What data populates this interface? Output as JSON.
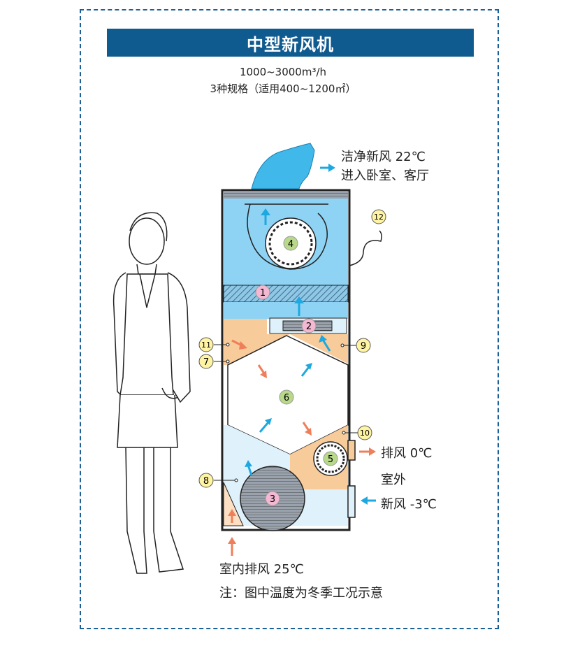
{
  "title": "中型新风机",
  "spec": {
    "airflow": "1000~3000m³/h",
    "models": "3种规格（适用400~1200㎡）"
  },
  "labels": {
    "supply_line1": "洁净新风 22℃",
    "supply_line2": "进入卧室、客厅",
    "exhaust": "排风 0℃",
    "outdoor": "室外",
    "fresh_air": "新风 -3℃",
    "indoor_exhaust": "室内排风 25℃",
    "note": "注：图中温度为冬季工况示意"
  },
  "markers": {
    "m1": "1",
    "m2": "2",
    "m3": "3",
    "m4": "4",
    "m5": "5",
    "m6": "6",
    "m7": "7",
    "m8": "8",
    "m9": "9",
    "m10": "10",
    "m11": "11",
    "m12": "12"
  },
  "colors": {
    "blue_zone": "#8fd3f4",
    "light_blue_zone": "#dff1fb",
    "orange_zone": "#f8cb9a",
    "warm_arrow": "#ef7f5a",
    "cool_arrow": "#1ea8e0",
    "frame": "#1a5f95",
    "title_bg": "#0f5a8e",
    "pink_marker": "#f4b8d2",
    "green_marker": "#b8d88a",
    "yellow_marker": "#fff4a3"
  }
}
